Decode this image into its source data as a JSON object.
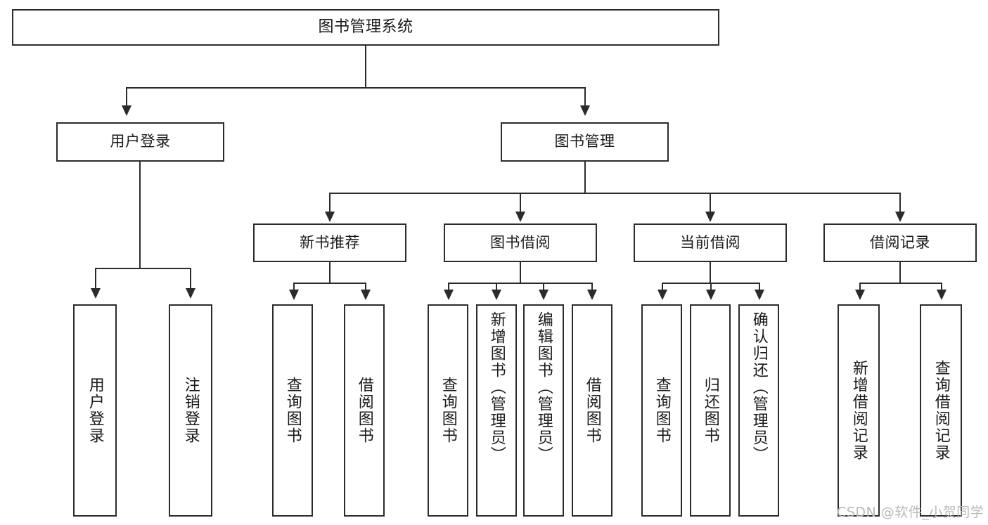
{
  "diagram": {
    "type": "tree-hierarchy",
    "title": "图书管理系统",
    "watermark": "CSDN @软件_小贺同学",
    "colors": {
      "stroke": "#2b2b2b",
      "fill": "#ffffff",
      "text": "#1a1a1a",
      "watermark": "#b9b9b9"
    },
    "levels": {
      "root": {
        "label": "图书管理系统"
      },
      "level2": [
        {
          "id": "user-login",
          "label": "用户登录"
        },
        {
          "id": "book-management",
          "label": "图书管理"
        }
      ],
      "level3": [
        {
          "id": "new-book-recommend",
          "label": "新书推荐"
        },
        {
          "id": "book-borrow",
          "label": "图书借阅"
        },
        {
          "id": "current-borrow",
          "label": "当前借阅"
        },
        {
          "id": "borrow-record",
          "label": "借阅记录"
        }
      ],
      "leaves": {
        "user-login": [
          {
            "id": "leaf-user-login",
            "label": "用户登录"
          },
          {
            "id": "leaf-logout",
            "label": "注销登录"
          }
        ],
        "new-book-recommend": [
          {
            "id": "leaf-query-book-1",
            "label": "查询图书"
          },
          {
            "id": "leaf-borrow-book-1",
            "label": "借阅图书"
          }
        ],
        "book-borrow": [
          {
            "id": "leaf-query-book-2",
            "label": "查询图书"
          },
          {
            "id": "leaf-add-book",
            "label": "新增图书（管理员）"
          },
          {
            "id": "leaf-edit-book",
            "label": "编辑图书（管理员）"
          },
          {
            "id": "leaf-borrow-book-2",
            "label": "借阅图书"
          }
        ],
        "current-borrow": [
          {
            "id": "leaf-query-book-3",
            "label": "查询图书"
          },
          {
            "id": "leaf-return-book",
            "label": "归还图书"
          },
          {
            "id": "leaf-confirm-return",
            "label": "确认归还（管理员）"
          }
        ],
        "borrow-record": [
          {
            "id": "leaf-add-record",
            "label": "新增借阅记录"
          },
          {
            "id": "leaf-query-record",
            "label": "查询借阅记录"
          }
        ]
      }
    }
  }
}
